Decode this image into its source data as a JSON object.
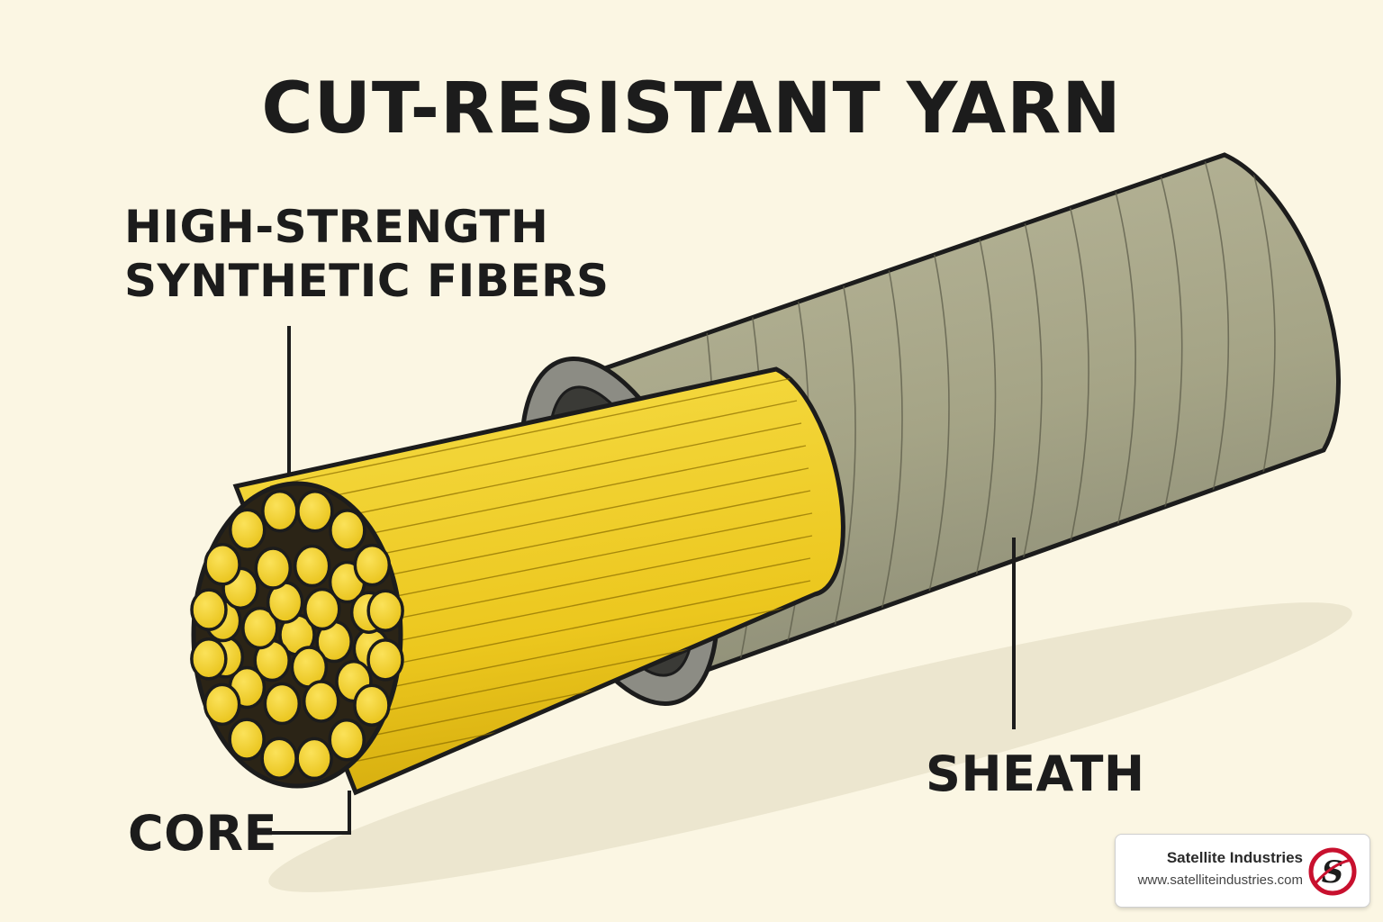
{
  "title": "CUT-RESISTANT YARN",
  "labels": {
    "fibers_line1": "HIGH-STRENGTH",
    "fibers_line2": "SYNTHETIC FIBERS",
    "core": "CORE",
    "sheath": "SHEATH"
  },
  "brand": {
    "name": "Satellite Industries",
    "url": "www.satelliteindustries.com",
    "logo_letter": "S"
  },
  "colors": {
    "background": "#fbf6e3",
    "core_yellow": "#f2cf2a",
    "sheath_olive": "#a8a68a",
    "sheath_ring": "#8a8a82",
    "outline": "#1c1c1c",
    "logo_red": "#c8102e"
  }
}
